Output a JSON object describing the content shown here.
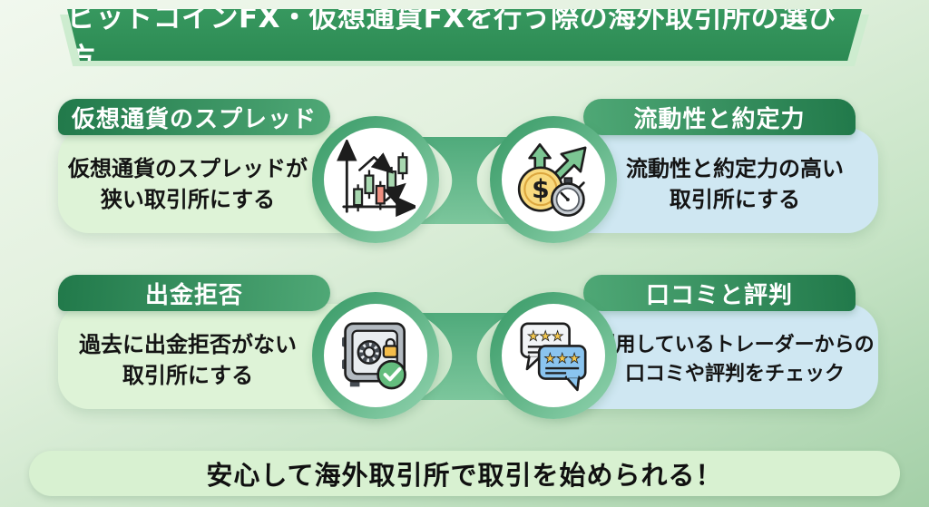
{
  "header": {
    "title": "ビットコインFX・仮想通貨FXを行う際の海外取引所の選び方"
  },
  "cards": [
    {
      "title": "仮想通貨のスプレッド",
      "lines": [
        "仮想通貨のスプレッドが",
        "狭い取引所にする"
      ],
      "icon": "candlestick-chart-icon",
      "body_color": "#def3d7"
    },
    {
      "title": "流動性と約定力",
      "lines": [
        "流動性と約定力の高い",
        "取引所にする"
      ],
      "icon": "coin-stopwatch-icon",
      "body_color": "#cfe7f2"
    },
    {
      "title": "出金拒否",
      "lines": [
        "過去に出金拒否がない",
        "取引所にする"
      ],
      "icon": "safe-vault-check-icon",
      "body_color": "#def3d7"
    },
    {
      "title": "口コミと評判",
      "lines": [
        "利用しているトレーダーからの",
        "口コミや評判をチェック"
      ],
      "icon": "review-speech-bubbles-icon",
      "body_color": "#cfe7f2"
    }
  ],
  "footer": {
    "message": "安心して海外取引所で取引を始められる！"
  },
  "colors": {
    "banner_green": "#2f9159",
    "banner_shadow_mint": "#cdeccf",
    "pill_gradient_dark": "#21794a",
    "pill_gradient_light": "#4fa876",
    "ring_green": "#63b689",
    "card_green_bg": "#def3d7",
    "card_blue_bg": "#cfe7f2",
    "footer_bg": "#d8f1d1",
    "text_dark": "#141414",
    "text_white": "#ffffff"
  }
}
